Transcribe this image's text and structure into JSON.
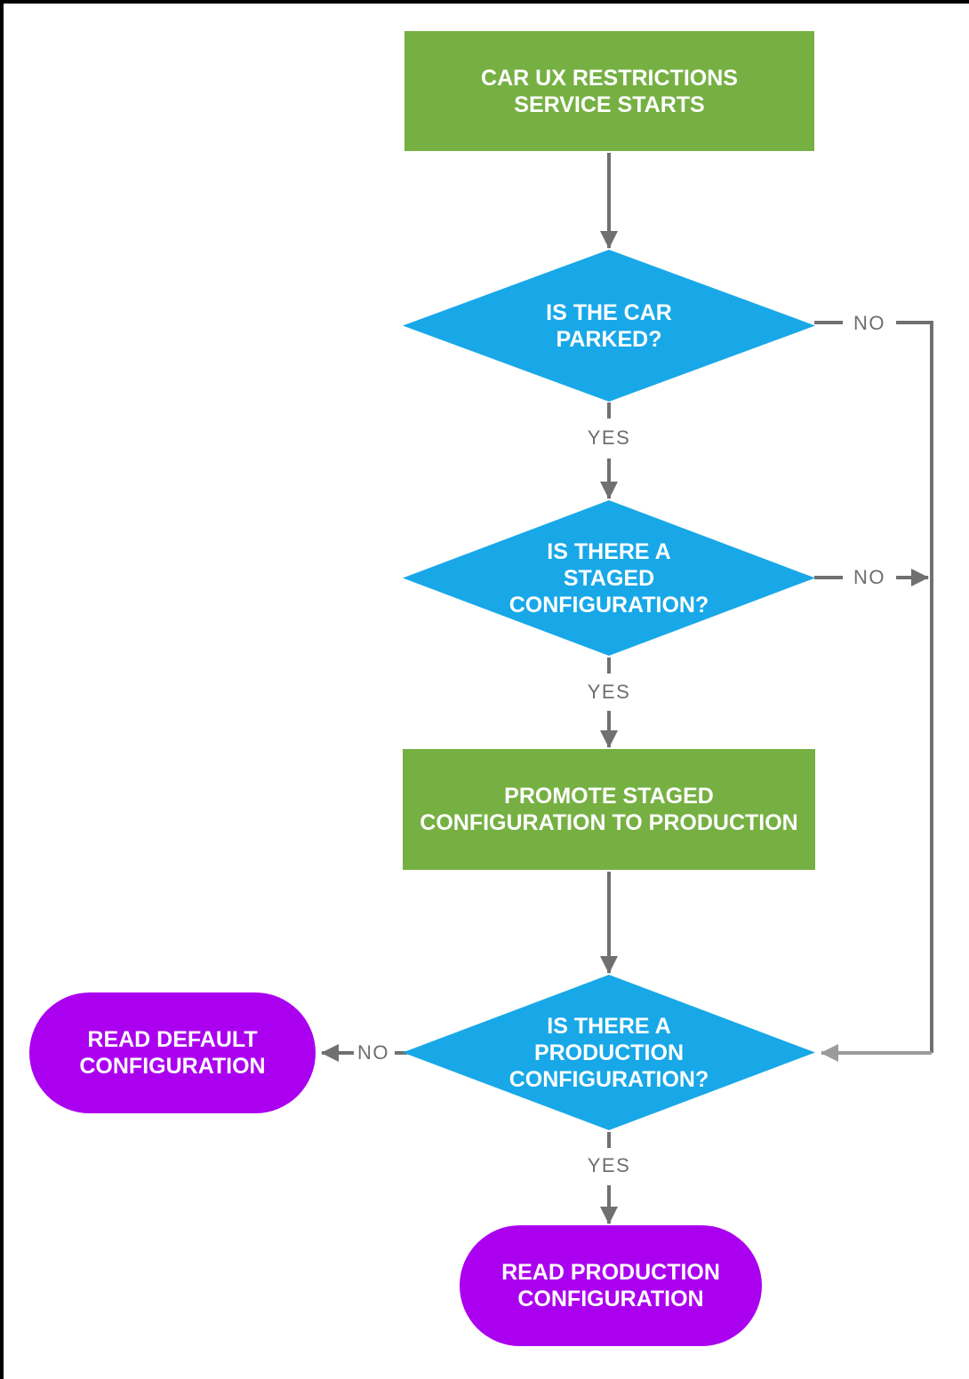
{
  "colors": {
    "process_fill": "#76B043",
    "decision_fill": "#18A8E8",
    "terminal_fill": "#AB00F0",
    "connector": "#707070",
    "connector_light": "#9B9B9B",
    "edge_label_text": "#6E6E6E",
    "node_text": "#FFFFFF",
    "page_border": "#000000"
  },
  "nodes": {
    "start": {
      "type": "process",
      "text": "CAR UX RESTRICTIONS\nSERVICE STARTS"
    },
    "is_car_parked": {
      "type": "decision",
      "text": "IS THE CAR\nPARKED?"
    },
    "is_staged_configuration": {
      "type": "decision",
      "text": "IS THERE A\nSTAGED\nCONFIGURATION?"
    },
    "promote_staged": {
      "type": "process",
      "text": "PROMOTE STAGED\nCONFIGURATION TO PRODUCTION"
    },
    "is_production_configuration": {
      "type": "decision",
      "text": "IS THERE A\nPRODUCTION\nCONFIGURATION?"
    },
    "read_default": {
      "type": "terminal",
      "text": "READ DEFAULT\nCONFIGURATION"
    },
    "read_production": {
      "type": "terminal",
      "text": "READ PRODUCTION\nCONFIGURATION"
    }
  },
  "edge_labels": {
    "parked_yes": "YES",
    "parked_no": "NO",
    "staged_yes": "YES",
    "staged_no": "NO",
    "production_yes": "YES",
    "production_no": "NO"
  }
}
